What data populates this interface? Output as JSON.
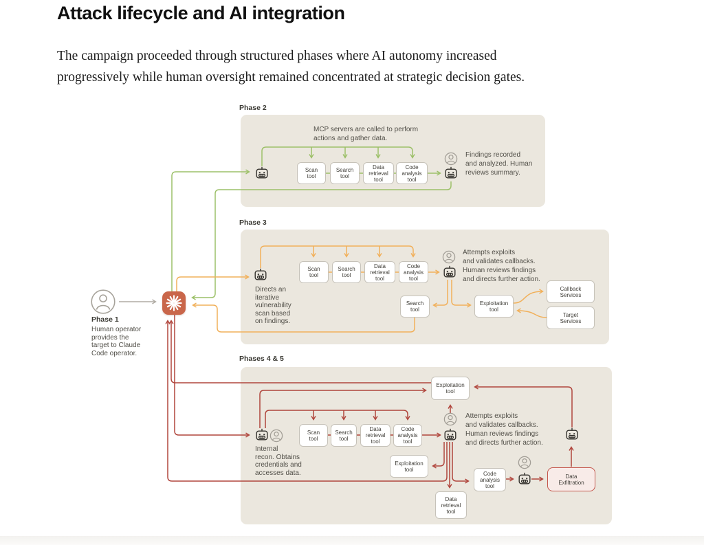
{
  "page": {
    "title": "Attack lifecycle and AI integration",
    "intro": "The campaign proceeded through structured phases where AI autonomy increased\nprogressively while human oversight remained concentrated at strategic decision gates."
  },
  "colors": {
    "phase2_line": "#9cc068",
    "phase3_line": "#f1b05a",
    "phase45_line": "#b0453c",
    "claude_icon_bg": "#c9664a",
    "panel_bg": "#ebe7de",
    "exfiltration_bg": "#f8ebe8",
    "exfiltration_border": "#c4564b"
  },
  "icons": {
    "claude": "claude-starburst-icon",
    "agent": "robot-icon",
    "human": "person-circle-icon"
  },
  "phase1": {
    "label": "Phase 1",
    "description": "Human operator\nprovides the\ntarget to Claude\nCode operator."
  },
  "phase2": {
    "label": "Phase 2",
    "note_top": "MCP servers are called to perform\nactions and gather data.",
    "tools": [
      "Scan\ntool",
      "Search\ntool",
      "Data\nretrieval\ntool",
      "Code\nanalysis\ntool"
    ],
    "note_right": "Findings recorded\nand analyzed. Human\nreviews summary."
  },
  "phase3": {
    "label": "Phase 3",
    "note_left": "Directs an\niterative\nvulnerability\nscan based\non findings.",
    "tools": [
      "Scan\ntool",
      "Search\ntool",
      "Data\nretrieval\ntool",
      "Code\nanalysis\ntool"
    ],
    "note_right": "Attempts exploits\nand validates callbacks.\nHuman reviews findings\nand directs further action.",
    "search_tool2": "Search\ntool",
    "exploitation_tool": "Exploitation\ntool",
    "services": [
      "Callback\nServices",
      "Target\nServices"
    ]
  },
  "phase45": {
    "label": "Phases 4 & 5",
    "note_left": "Internal\nrecon. Obtains\ncredentials and\naccesses data.",
    "tools": [
      "Scan\ntool",
      "Search\ntool",
      "Data\nretrieval\ntool",
      "Code\nanalysis\ntool"
    ],
    "note_right": "Attempts exploits\nand validates callbacks.\nHuman reviews findings\nand directs further action.",
    "exploitation_top": "Exploitation\ntool",
    "exploitation_mid": "Exploitation\ntool",
    "data_retrieval": "Data\nretrieval\ntool",
    "code_analysis": "Code\nanalysis\ntool",
    "data_exfiltration": "Data\nExfiltration"
  }
}
